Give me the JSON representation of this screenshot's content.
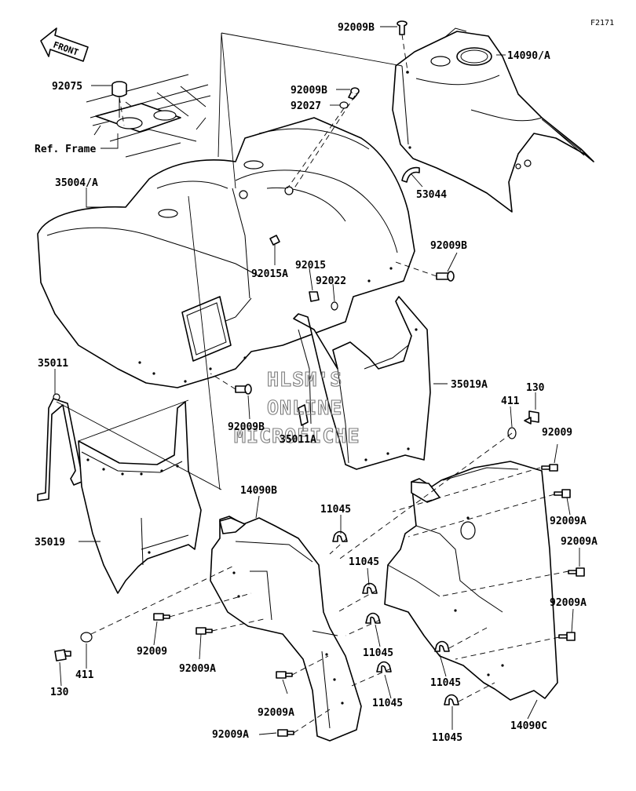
{
  "diagram_code": "F2171",
  "direction_marker": "FRONT",
  "watermark": [
    "HLSM'S",
    "ONLINE",
    "MICROFICHE"
  ],
  "labels": {
    "l_92009B_top": "92009B",
    "l_14090A": "14090/A",
    "l_92075": "92075",
    "l_92009B_mid": "92009B",
    "l_92027": "92027",
    "l_ref_frame": "Ref. Frame",
    "l_35004A": "35004/A",
    "l_53044": "53044",
    "l_92015A": "92015A",
    "l_92015": "92015",
    "l_92009B_right": "92009B",
    "l_92022": "92022",
    "l_35011": "35011",
    "l_35019A": "35019A",
    "l_130_right": "130",
    "l_92009B_low": "92009B",
    "l_411_right": "411",
    "l_35011A": "35011A",
    "l_92009_right": "92009",
    "l_14090B": "14090B",
    "l_11045_1": "11045",
    "l_92009A_r1": "92009A",
    "l_35019": "35019",
    "l_11045_2": "11045",
    "l_92009A_r2": "92009A",
    "l_92009A_r3": "92009A",
    "l_92009_left": "92009",
    "l_11045_3": "11045",
    "l_411_left": "411",
    "l_92009A_l1": "92009A",
    "l_11045_4": "11045",
    "l_130_left": "130",
    "l_92009A_l2": "92009A",
    "l_11045_5": "11045",
    "l_14090C": "14090C",
    "l_92009A_l3": "92009A",
    "l_11045_6": "11045"
  }
}
